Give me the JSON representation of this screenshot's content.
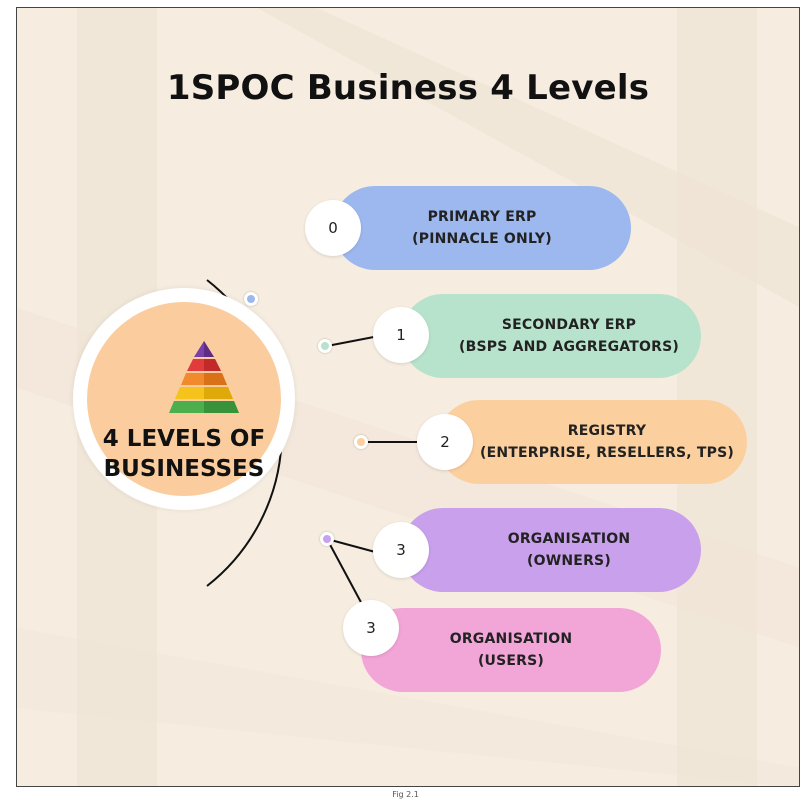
{
  "title": "1SPOC Business 4 Levels",
  "center": {
    "label": "4 LEVELS OF\nBUSINESSES",
    "icon": "pyramid-icon"
  },
  "levels": [
    {
      "number": "0",
      "line1": "PRIMARY ERP",
      "line2": "(PINNACLE ONLY)",
      "color": "#9db8ef"
    },
    {
      "number": "1",
      "line1": "SECONDARY ERP",
      "line2": "(BSPS AND AGGREGATORS)",
      "color": "#b7e3cc"
    },
    {
      "number": "2",
      "line1": "REGISTRY",
      "line2": "(ENTERPRISE, RESELLERS, TPS)",
      "color": "#fccf9e"
    },
    {
      "number": "3",
      "line1": "ORGANISATION",
      "line2": "(OWNERS)",
      "color": "#c9a0ec"
    },
    {
      "number": "3",
      "line1": "ORGANISATION",
      "line2": "(USERS)",
      "color": "#f2a5d7"
    }
  ],
  "caption": "Fig 2.1"
}
